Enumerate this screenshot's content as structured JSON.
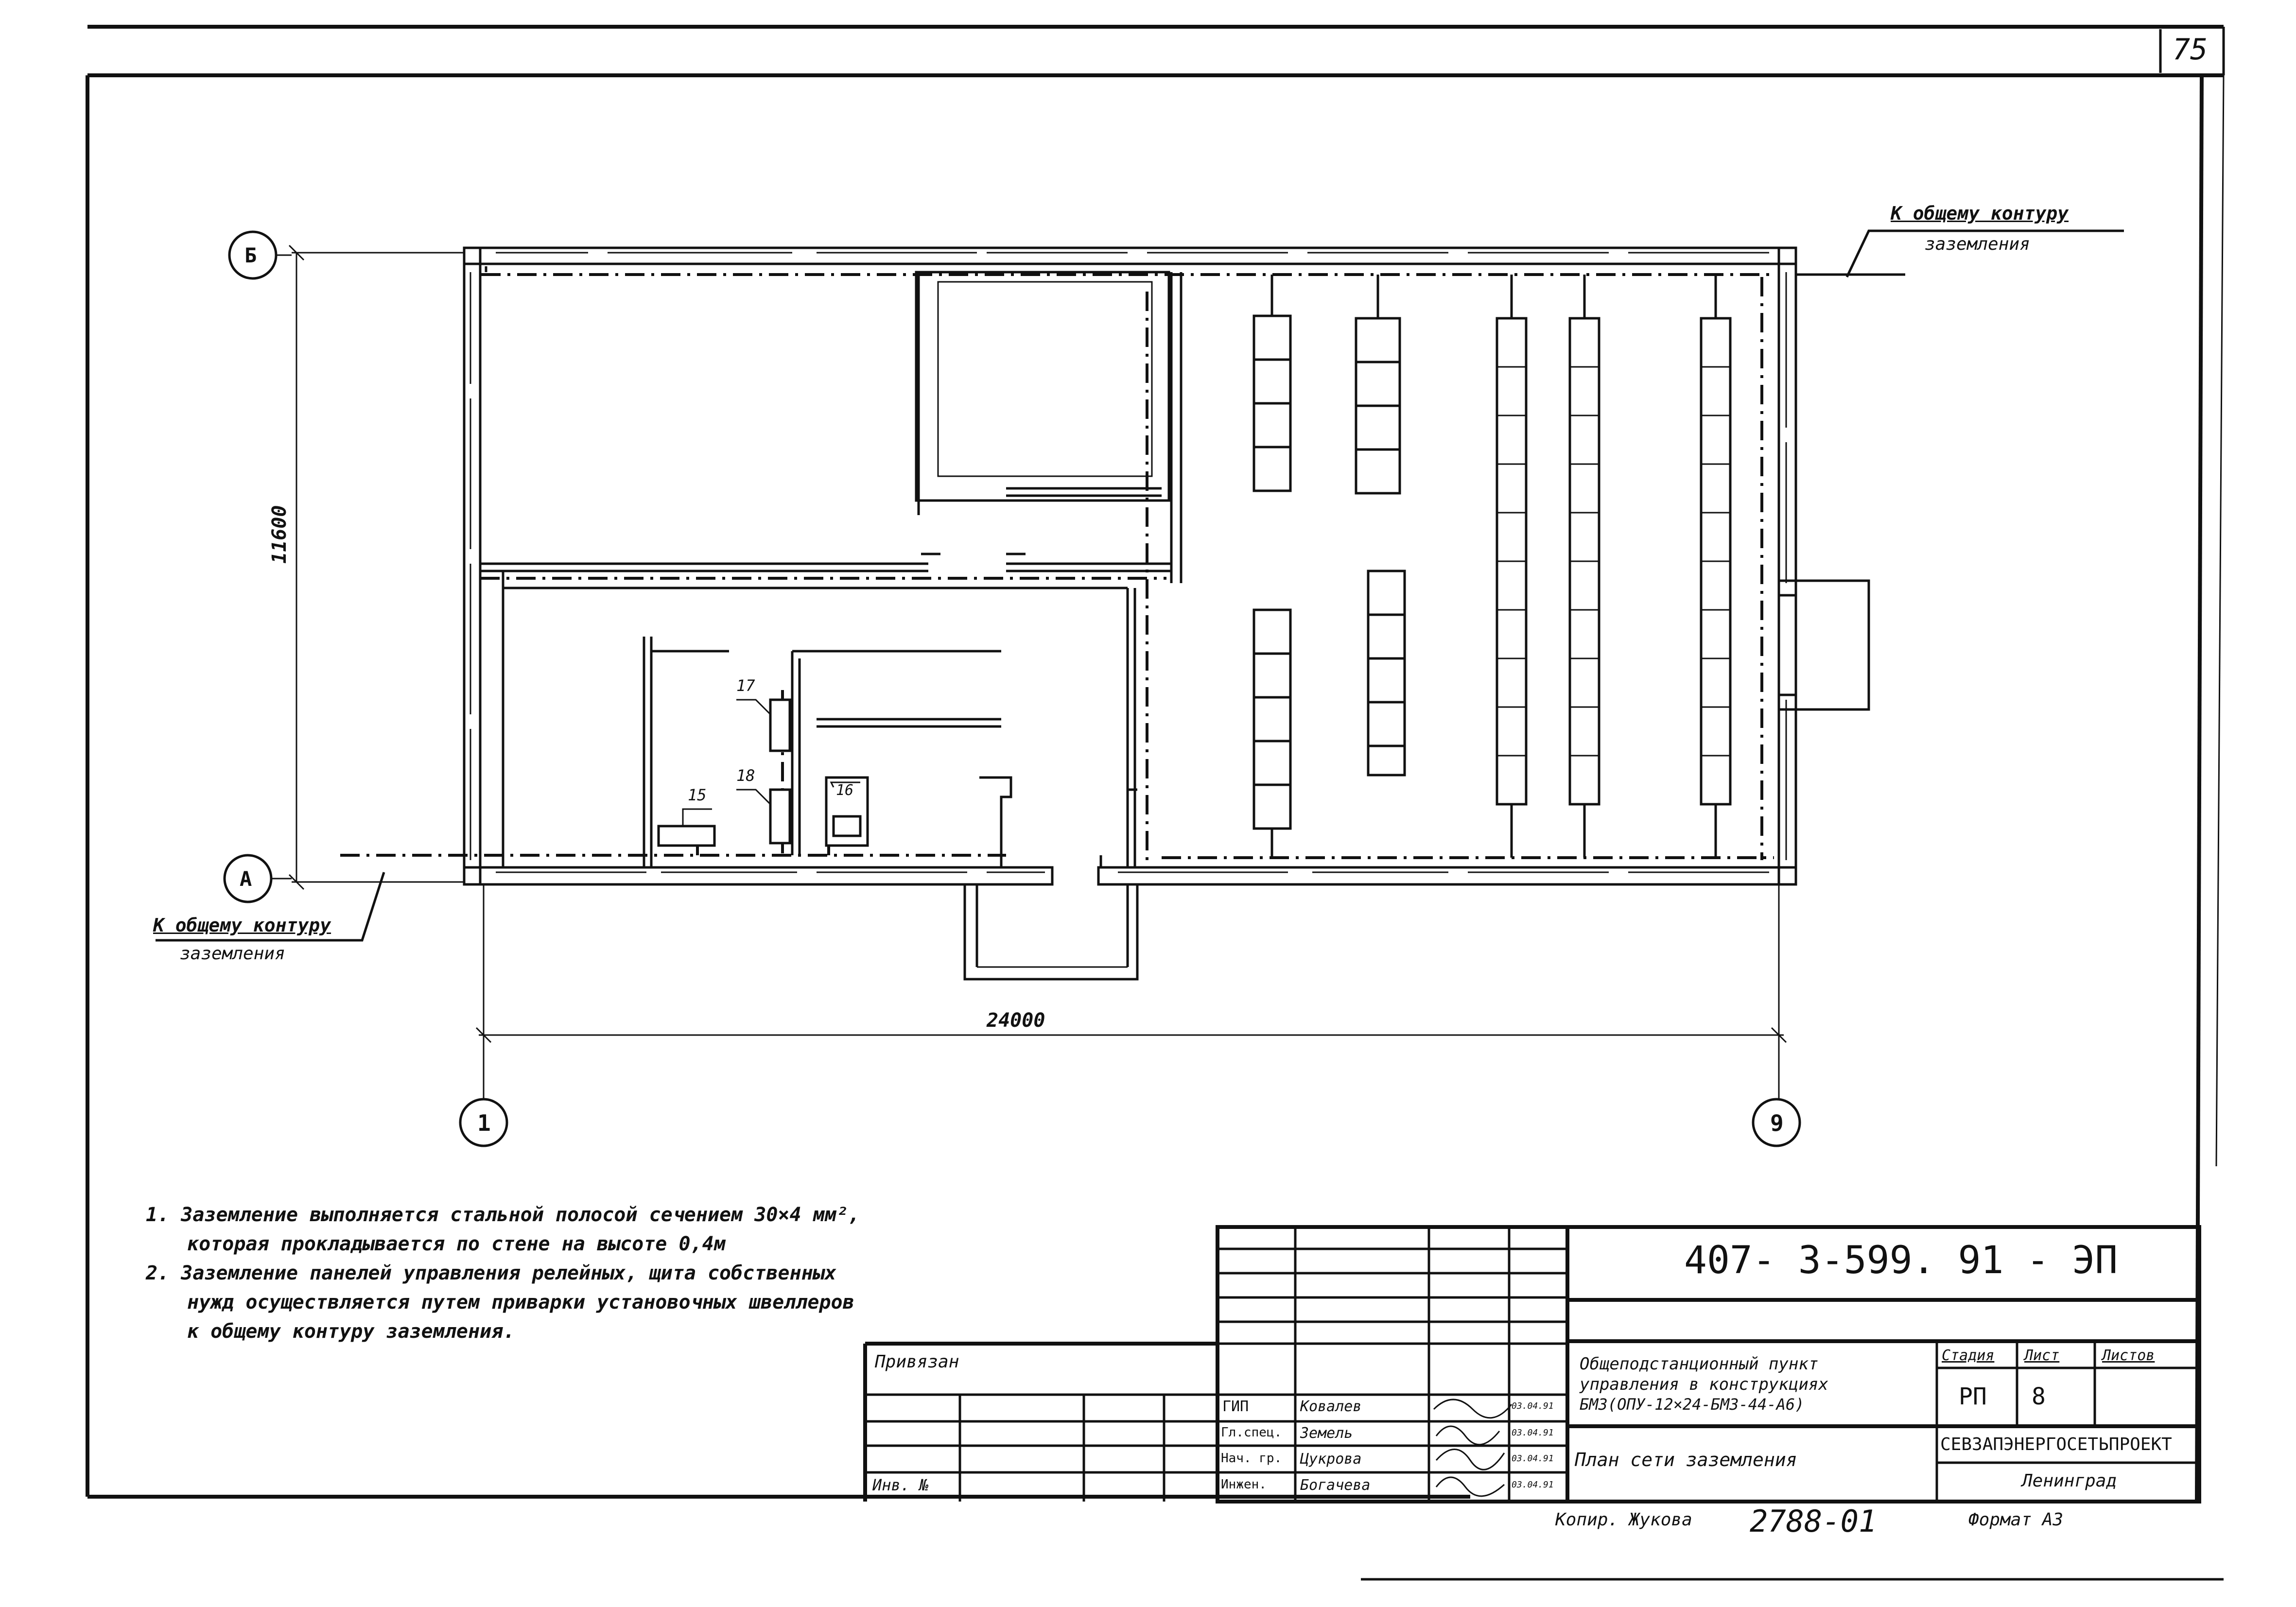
{
  "sheet_number": "75",
  "axes": {
    "a": "А",
    "b": "Б",
    "one": "1",
    "nine": "9"
  },
  "dimensions": {
    "width": "24000",
    "height": "11600"
  },
  "labels": {
    "ground_right_1": "К общему контуру",
    "ground_right_2": "заземления",
    "ground_left_1": "К общему контуру",
    "ground_left_2": "заземления"
  },
  "equipment": [
    "15",
    "16",
    "17",
    "18"
  ],
  "notes": [
    "1. Заземление выполняется стальной полосой сечением 30×4 мм²,",
    "которая прокладывается по стене на высоте 0,4м",
    "2. Заземление панелей управления релейных, щита собственных",
    "нужд осуществляется путем приварки установочных швеллеров",
    "к общему контуру заземления."
  ],
  "title_block": {
    "code": "407- 3-599. 91 - ЭП",
    "title_1": "Общеподстанционный пункт",
    "title_2": "управления в конструкциях",
    "title_3": "БМЗ(ОПУ-12×24-БМЗ-44-А6)",
    "sheet_title": "План сети заземления",
    "stage_header": "Стадия",
    "sheet_header": "Лист",
    "sheets_header": "Листов",
    "stage_value": "РП",
    "sheet_value": "8",
    "org_1": "СЕВЗАПЭНЕРГОСЕТЬПРОЕКТ",
    "org_2": "Ленинград",
    "privyazan": "Привязан",
    "inv": "Инв. №",
    "copied": "Копир. Жукова",
    "archive": "2788-01",
    "format": "Формат А3",
    "staff": [
      {
        "role": "ГИП",
        "name": "Ковалев",
        "date": "03.04.91"
      },
      {
        "role": "Гл.спец.",
        "name": "Земель",
        "date": "03.04.91"
      },
      {
        "role": "Нач. гр.",
        "name": "Цукрова",
        "date": "03.04.91"
      },
      {
        "role": "Инжен.",
        "name": "Богачева",
        "date": "03.04.91"
      }
    ]
  }
}
